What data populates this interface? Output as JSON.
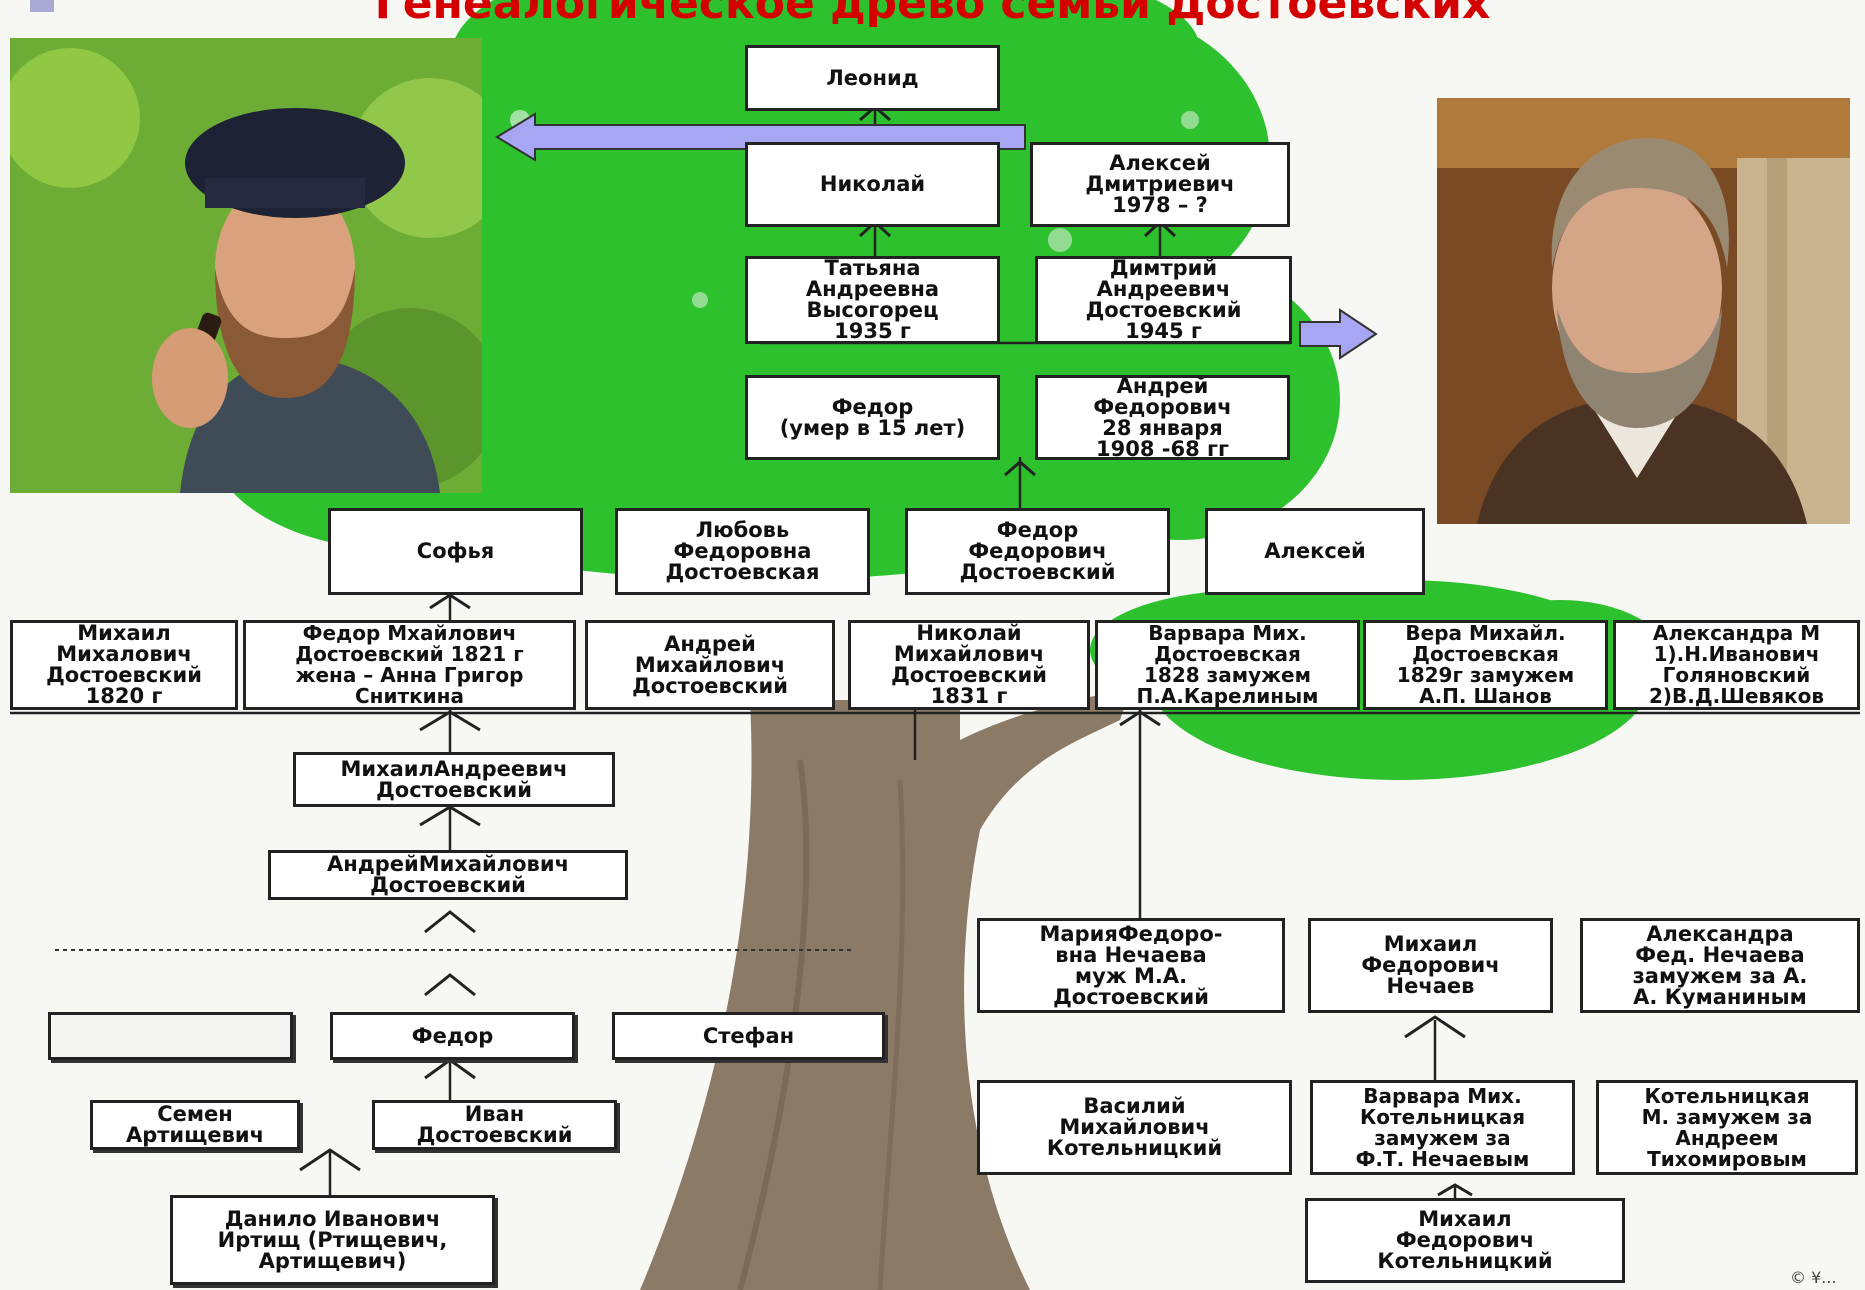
{
  "title": "Генеалогическое древо семьи Достоевских",
  "colors": {
    "title": "#d40000",
    "foliage": "#2ec12e",
    "foliage_dark": "#1f9e24",
    "trunk": "#8a7a66",
    "arrow_fill": "#a6a6f2",
    "box_border": "#222222"
  },
  "photos": [
    {
      "name": "photo-young-man-beret",
      "description_icon": "portrait-photo-icon"
    },
    {
      "name": "photo-older-man",
      "description_icon": "portrait-photo-icon"
    }
  ],
  "signature": "© ¥...",
  "boxes": {
    "leonid": "Леонид",
    "nikolai_top": "Николай",
    "aleksei_dm": "Алексей\nДмитриевич\n1978 – ?",
    "tatyana": "Татьяна\nАндреевна\nВысогорец\n1935 г",
    "dmitry": "Димтрий\nАндреевич\nДостоевский\n1945 г",
    "fedor_15": "Федор\n(умер в 15 лет)",
    "andrei_fed": "Андрей\nФедорович\n28 января\n1908 -68 гг",
    "sofya": "Софья",
    "lyubov": "Любовь\nФедоровна\nДостоевская",
    "fedor_fed": "Федор\nФедорович\nДостоевский",
    "aleksei": "Алексей",
    "mikhail_mikh": "Михаил\nМихалович\nДостоевский\n1820 г",
    "fedor_mikh": "Федор Мхайлович\nДостоевский 1821 г\nжена – Анна Григор\nСниткина",
    "andrei_mikh": "Андрей\nМихайлович\nДостоевский",
    "nikolai_mikh": "Николай\nМихайлович\nДостоевский\n1831 г",
    "varvara_mikh": "Варвара Мих.\nДостоевская\n1828 замужем\nП.А.Карелиным",
    "vera_mikh": "Вера Михайл.\nДостоевская\n1829г замужем\nА.П. Шанов",
    "aleksandra_m": "Александра М\n1).Н.Иванович\nГоляновский\n2)В.Д.Шевяков",
    "mikhail_andr": "МихаилАндреевич\nДостоевский",
    "andrei_mikh2": "АндрейМихайлович\nДостоевский",
    "empty": "",
    "fedor_low": "Федор",
    "stefan": "Стефан",
    "semen": "Семен\nАртищевич",
    "ivan": "Иван\nДостоевский",
    "danilo": "Данило Иванович\nИртищ (Ртищевич,\nАртищевич)",
    "maria_fed": "МарияФедоро-\nвна Нечаева\nмуж М.А.\nДостоевский",
    "mikhail_nech": "Михаил\nФедорович\nНечаев",
    "aleksandra_fed": "Александра\nФед. Нечаева\nзамужем за А.\nА. Куманиным",
    "vasily": "Василий\nМихайлович\nКотельницкий",
    "varvara_kot": "Варвара Мих.\nКотельницкая\nзамужем за\nФ.Т. Нечаевым",
    "kotelnitskaya_m": "Котельницкая\nМ. замужем за\nАндреем\nТихомировым",
    "mikhail_kot": "Михаил\nФедорович\nКотельницкий"
  }
}
